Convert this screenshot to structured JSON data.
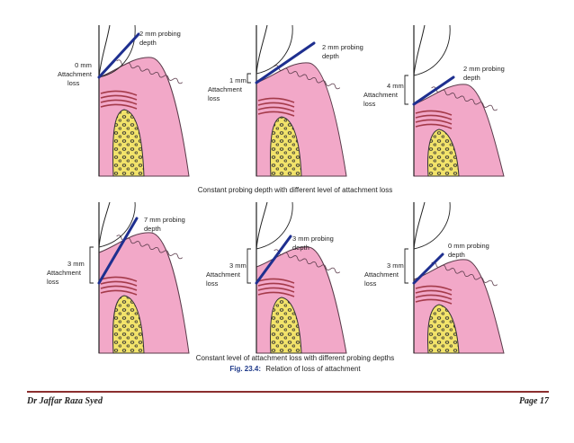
{
  "panels_top": [
    {
      "attachment_label": [
        "0 mm",
        "Attachment",
        "loss"
      ],
      "probe_label": [
        "2 mm probing",
        "depth"
      ]
    },
    {
      "attachment_label": [
        "1 mm",
        "Attachment",
        "loss"
      ],
      "probe_label": [
        "2 mm probing",
        "depth"
      ]
    },
    {
      "attachment_label": [
        "4 mm",
        "Attachment",
        "loss"
      ],
      "probe_label": [
        "2 mm probing",
        "depth"
      ]
    }
  ],
  "caption_top": "Constant probing depth with different level of attachment loss",
  "panels_bottom": [
    {
      "attachment_label": [
        "3 mm",
        "Attachment",
        "loss"
      ],
      "probe_label": [
        "7 mm probing",
        "depth"
      ]
    },
    {
      "attachment_label": [
        "3 mm",
        "Attachment",
        "loss"
      ],
      "probe_label": [
        "3 mm probing",
        "depth"
      ]
    },
    {
      "attachment_label": [
        "3 mm",
        "Attachment",
        "loss"
      ],
      "probe_label": [
        "0 mm probing",
        "depth"
      ]
    }
  ],
  "caption_bottom": "Constant level of attachment loss with different probing depths",
  "figure_caption": {
    "number": "Fig. 23.4:",
    "text": "Relation of loss of attachment"
  },
  "footer": {
    "author": "Dr Jaffar Raza Syed",
    "page": "Page 17"
  },
  "colors": {
    "gingiva": "#f2a8c8",
    "bone": "#f2e36a",
    "probe": "#1e2f8f",
    "fibers": "#a43a4a",
    "footer_rule": "#8b2e2e"
  }
}
